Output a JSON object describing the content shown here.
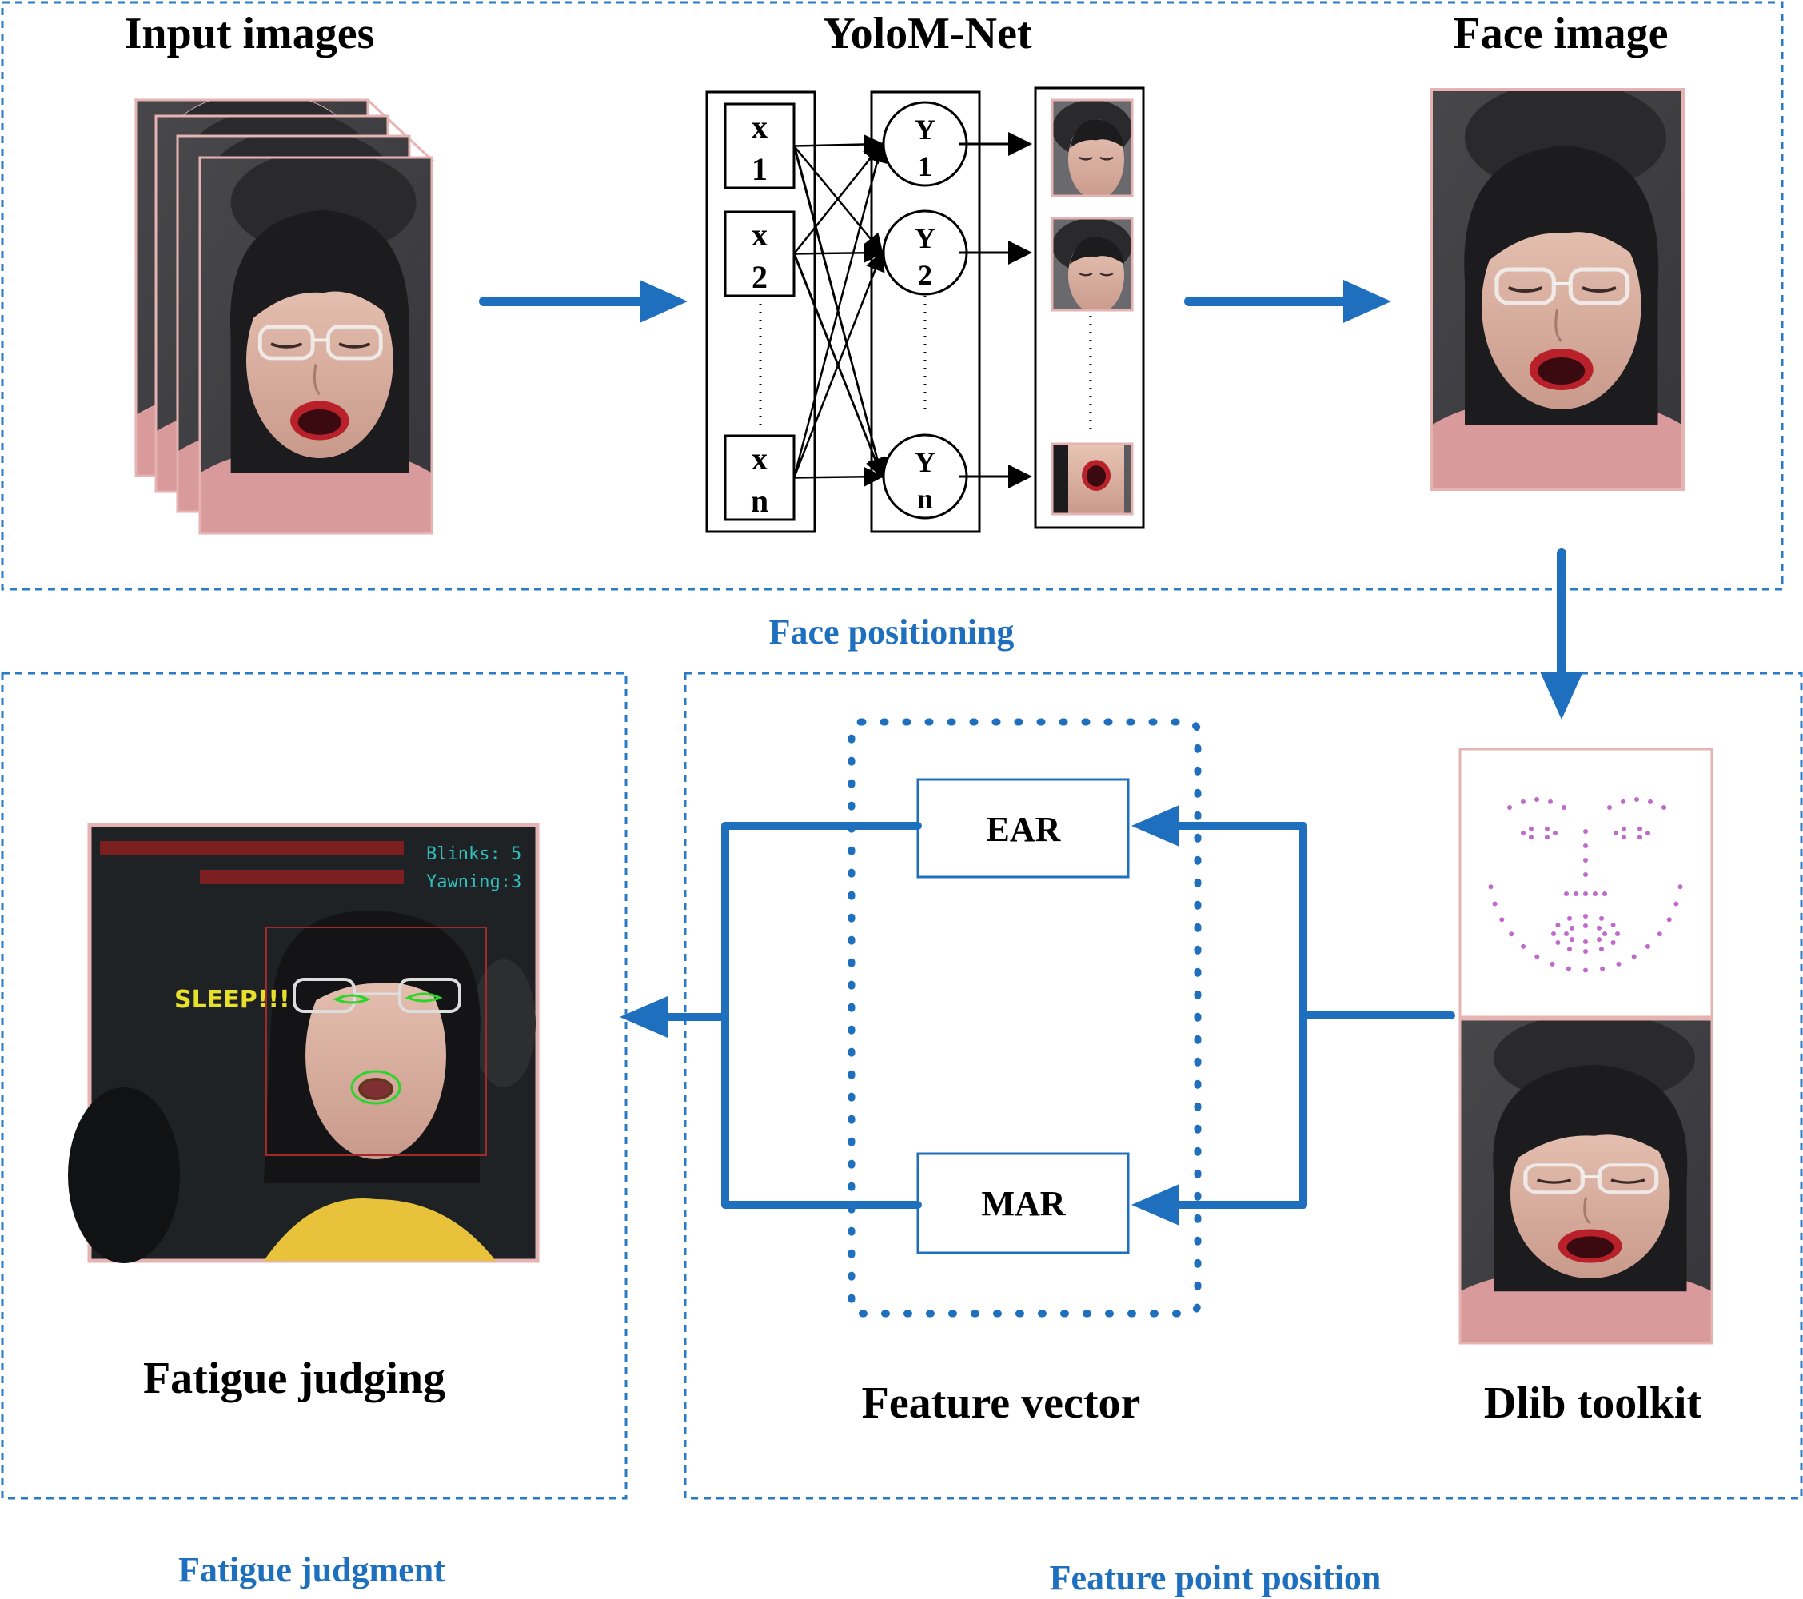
{
  "colors": {
    "accent_blue": "#1f6fbf",
    "section_border": "#2a7bc4",
    "black": "#000000",
    "photo_border": "#e6b3b3"
  },
  "sections": {
    "face_positioning": "Face positioning",
    "fatigue_judgment": "Fatigue judgment",
    "feature_point_position": "Feature point position"
  },
  "stage_titles": {
    "input_images": "Input images",
    "yolom_net": "YoloM-Net",
    "face_image": "Face image",
    "fatigue_judging": "Fatigue judging",
    "feature_vector": "Feature vector",
    "dlib_toolkit": "Dlib toolkit"
  },
  "network": {
    "inputs": [
      {
        "top": "x",
        "bottom": "1"
      },
      {
        "top": "x",
        "bottom": "2"
      },
      {
        "top": "x",
        "bottom": "n"
      }
    ],
    "outputs": [
      {
        "top": "Y",
        "bottom": "1"
      },
      {
        "top": "Y",
        "bottom": "2"
      },
      {
        "top": "Y",
        "bottom": "n"
      }
    ]
  },
  "features": {
    "ear": "EAR",
    "mar": "MAR"
  },
  "overlay": {
    "sleep": "SLEEP!!!",
    "blinks": "Blinks: 5",
    "yawning": "Yawning:3"
  },
  "icons": [
    "arrow-right-icon",
    "arrow-down-icon",
    "arrow-left-icon"
  ]
}
